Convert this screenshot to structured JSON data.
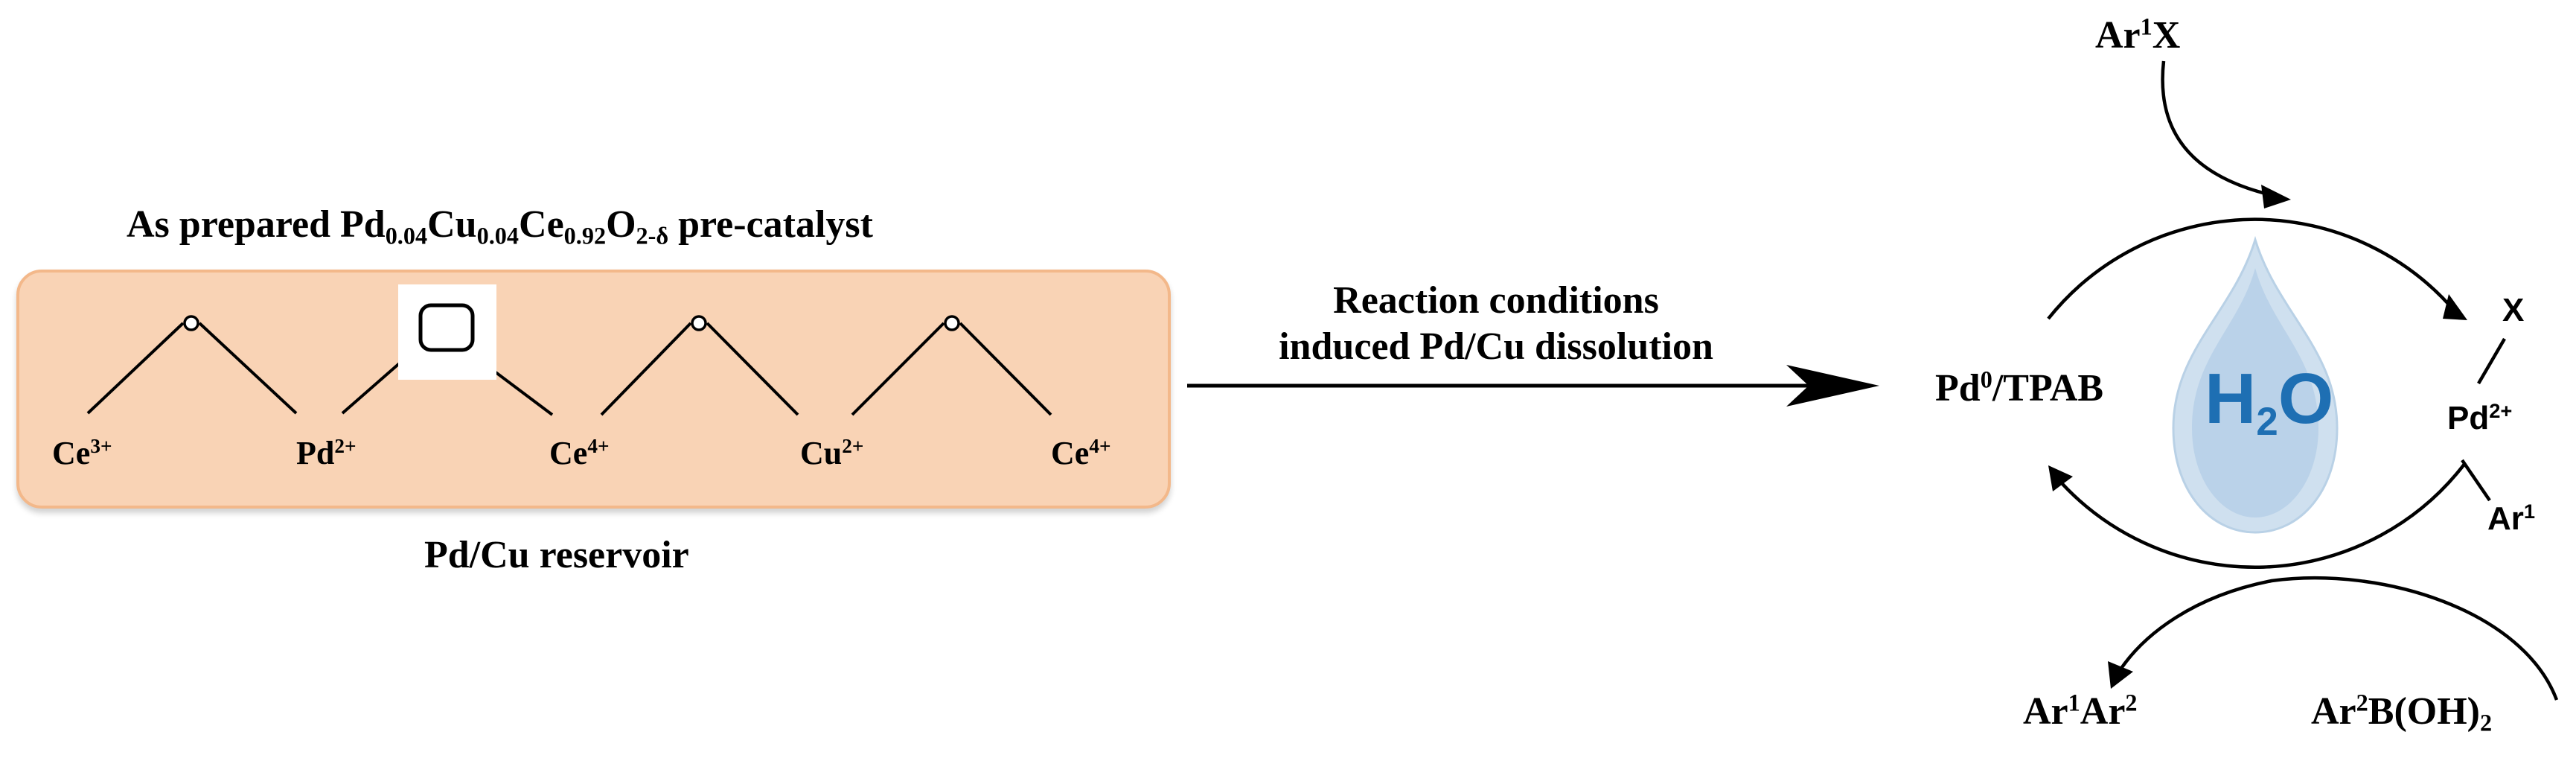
{
  "precatalyst": {
    "title_pre": "As prepared Pd",
    "pd_sub": "0.04",
    "cu": "Cu",
    "cu_sub": "0.04",
    "ce": "Ce",
    "ce_sub": "0.92",
    "o": "O",
    "o_sub": "2-δ",
    "title_post": " pre-catalyst"
  },
  "lattice": {
    "ions": [
      {
        "el": "Ce",
        "charge": "3+"
      },
      {
        "el": "Pd",
        "charge": "2+"
      },
      {
        "el": "Ce",
        "charge": "4+"
      },
      {
        "el": "Cu",
        "charge": "2+"
      },
      {
        "el": "Ce",
        "charge": "4+"
      }
    ]
  },
  "reservoir_label": "Pd/Cu reservoir",
  "arrow_label": {
    "line1": "Reaction conditions",
    "line2": "induced Pd/Cu dissolution"
  },
  "cycle": {
    "catalyst_pre": "Pd",
    "catalyst_sup": "0",
    "catalyst_post": "/TPAB",
    "aryl_halide_ar": "Ar",
    "aryl_halide_sup": "1",
    "aryl_halide_x": "X",
    "pd_label": "Pd",
    "pd_charge": "2+",
    "pd_x": "X",
    "pd_ar": "Ar",
    "pd_ar_sup": "1",
    "product_ar1": "Ar",
    "product_sup1": "1",
    "product_ar2": "Ar",
    "product_sup2": "2",
    "boronic_ar": "Ar",
    "boronic_sup": "2",
    "boronic_mid": "B(OH)",
    "boronic_sub": "2",
    "water_h": "H",
    "water_sub": "2",
    "water_o": "O"
  },
  "colors": {
    "box_fill": "#f9d3b5",
    "box_border": "#f3b88a",
    "water": "#1e6fb3"
  }
}
